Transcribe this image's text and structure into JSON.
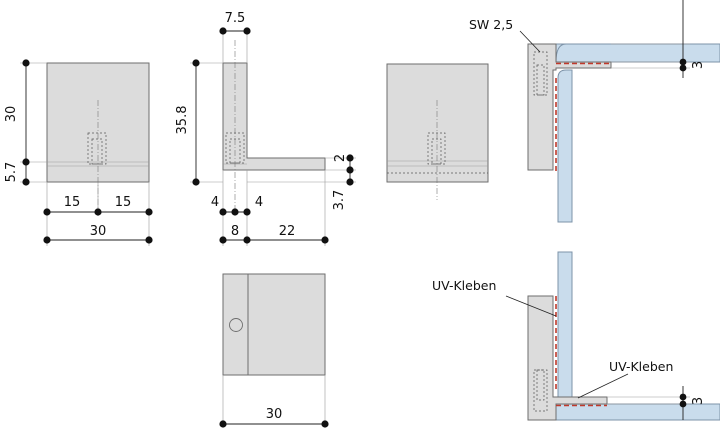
{
  "dimensions": {
    "front_height": "30",
    "front_base": "5.7",
    "front_half_left": "15",
    "front_half_right": "15",
    "front_width": "30",
    "side_top_width": "7.5",
    "side_height": "35.8",
    "side_gap": "2",
    "side_base_thickness": "3.7",
    "side_offset_left": "4",
    "side_offset_right": "4",
    "side_total_base": "8",
    "side_leg_length": "22",
    "bottom_width": "30",
    "glass_top_thickness": "3",
    "glass_bottom_thickness": "3"
  },
  "labels": {
    "screw": "SW 2,5",
    "uv_bond_upper": "UV-Kleben",
    "uv_bond_lower": "UV-Kleben"
  },
  "colors": {
    "part_fill": "#dcdcdc",
    "part_stroke": "#6e6e6e",
    "glass_fill": "#c9dcec",
    "glass_stroke": "#7d93a8",
    "bond": "#c0392b",
    "dim_line": "#222222"
  }
}
